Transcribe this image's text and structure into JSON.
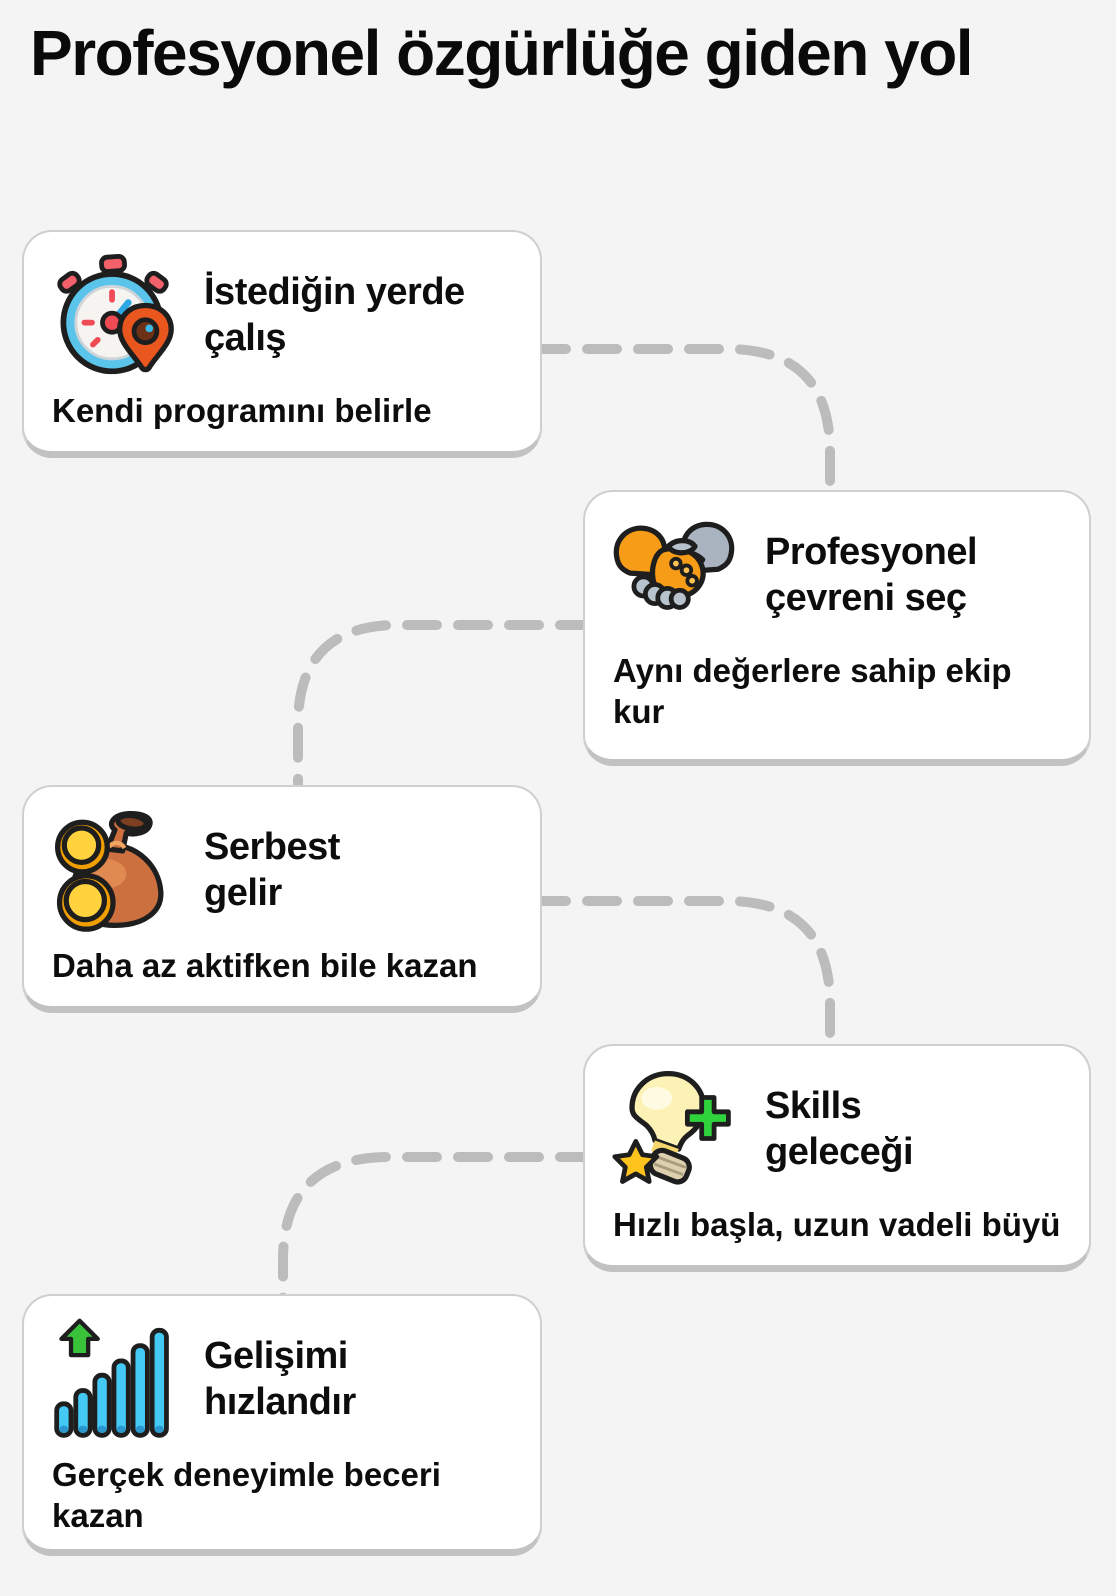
{
  "page": {
    "title": "Profesyonel özgürlüğe giden yol",
    "background_color": "#f4f4f5",
    "card_background": "#ffffff",
    "card_border_color": "#cfcfcf",
    "connector_color": "#bcbcbc",
    "text_color": "#0d0d0d"
  },
  "steps": [
    {
      "icon": "stopwatch-location-icon",
      "title": "İstediğin yerde\nçalış",
      "subtitle": "Kendi programını belirle"
    },
    {
      "icon": "handshake-icon",
      "title": "Profesyonel\nçevreni seç",
      "subtitle": "Aynı değerlere sahip ekip\nkur"
    },
    {
      "icon": "money-bag-icon",
      "title": "Serbest\ngelir",
      "subtitle": "Daha az aktifken bile kazan"
    },
    {
      "icon": "lightbulb-plus-icon",
      "title": "Skills\ngeleceği",
      "subtitle": "Hızlı başla, uzun vadeli büyü"
    },
    {
      "icon": "growth-bars-icon",
      "title": "Gelişimi\nhızlandır",
      "subtitle": "Gerçek deneyimle beceri\nkazan"
    }
  ]
}
